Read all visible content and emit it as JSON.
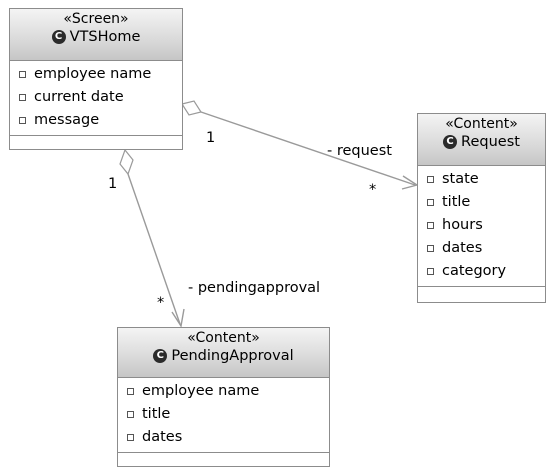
{
  "colors": {
    "line": "#9a9a9a",
    "border": "#8c8c8c",
    "header_top": "#f4f4f4",
    "header_bottom": "#c6c6c6",
    "icon": "#2b2b2b"
  },
  "classes": {
    "vtshome": {
      "stereotype": "«Screen»",
      "icon_letter": "C",
      "name": "VTSHome",
      "attributes": [
        "employee name",
        "current date",
        "message"
      ]
    },
    "request": {
      "stereotype": "«Content»",
      "icon_letter": "C",
      "name": "Request",
      "attributes": [
        "state",
        "title",
        "hours",
        "dates",
        "category"
      ]
    },
    "pendingapproval": {
      "stereotype": "«Content»",
      "icon_letter": "C",
      "name": "PendingApproval",
      "attributes": [
        "employee name",
        "title",
        "dates"
      ]
    }
  },
  "associations": {
    "request": {
      "role": "- request",
      "source_multiplicity": "1",
      "target_multiplicity": "*"
    },
    "pendingapproval": {
      "role": "- pendingapproval",
      "source_multiplicity": "1",
      "target_multiplicity": "*"
    }
  }
}
